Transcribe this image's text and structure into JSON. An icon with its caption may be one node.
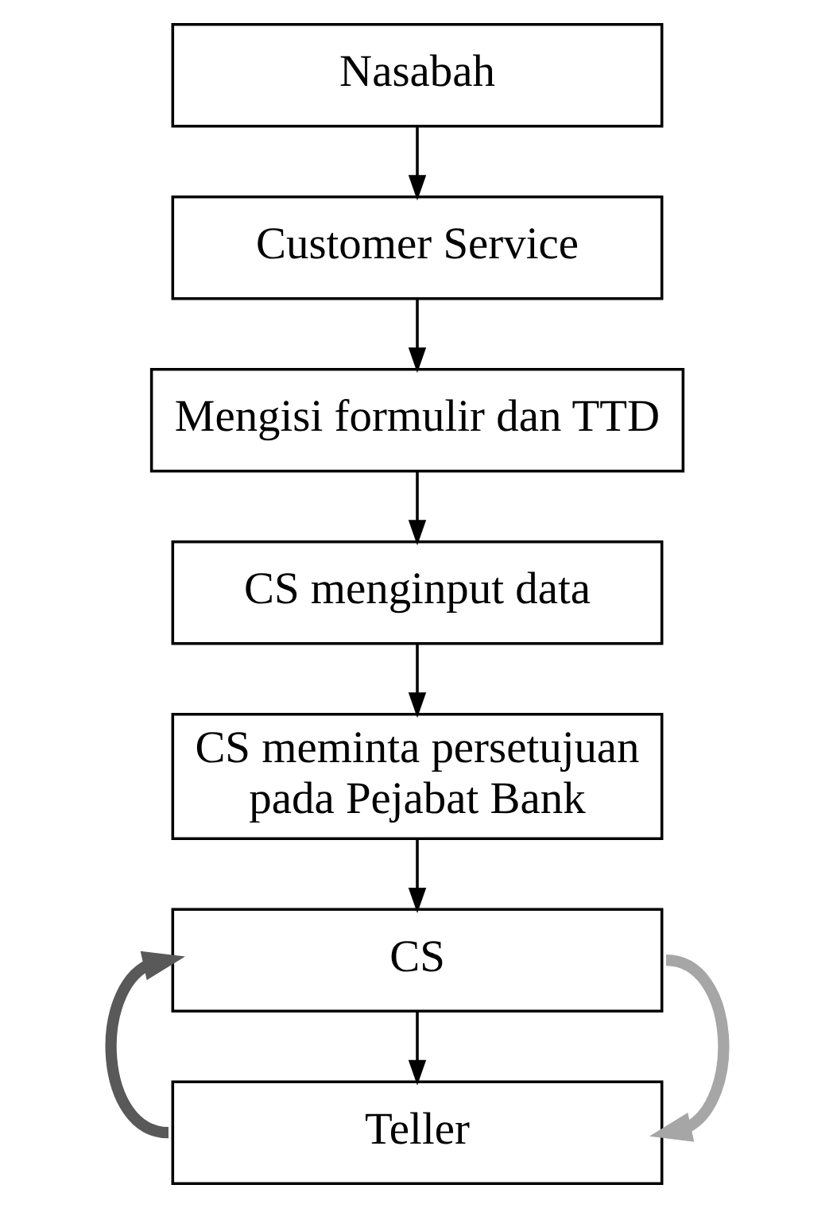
{
  "diagram": {
    "nodes": [
      {
        "text": [
          "Nasabah"
        ]
      },
      {
        "text": [
          "Customer Service"
        ]
      },
      {
        "text": [
          "Mengisi formulir dan TTD"
        ]
      },
      {
        "text": [
          "CS menginput data"
        ]
      },
      {
        "text": [
          "CS meminta persetujuan pada Pejabat Bank"
        ]
      },
      {
        "text": [
          "CS"
        ]
      },
      {
        "text": [
          "Teller"
        ]
      }
    ],
    "edges": [
      {
        "from": 0,
        "to": 1,
        "arrow": "to"
      },
      {
        "from": 1,
        "to": 2,
        "arrow": "to"
      },
      {
        "from": 2,
        "to": 3,
        "arrow": "to"
      },
      {
        "from": 3,
        "to": 4,
        "arrow": "to"
      },
      {
        "from": 4,
        "to": 5,
        "arrow": "to"
      },
      {
        "from": 5,
        "to": 6,
        "arrow": "to"
      },
      {
        "from": 6,
        "to": 5,
        "arrow": "to",
        "style": "thick",
        "color": "#595959"
      },
      {
        "from": 5,
        "to": 6,
        "arrow": "to",
        "style": "thick",
        "color": "#a6a6a6"
      }
    ]
  }
}
